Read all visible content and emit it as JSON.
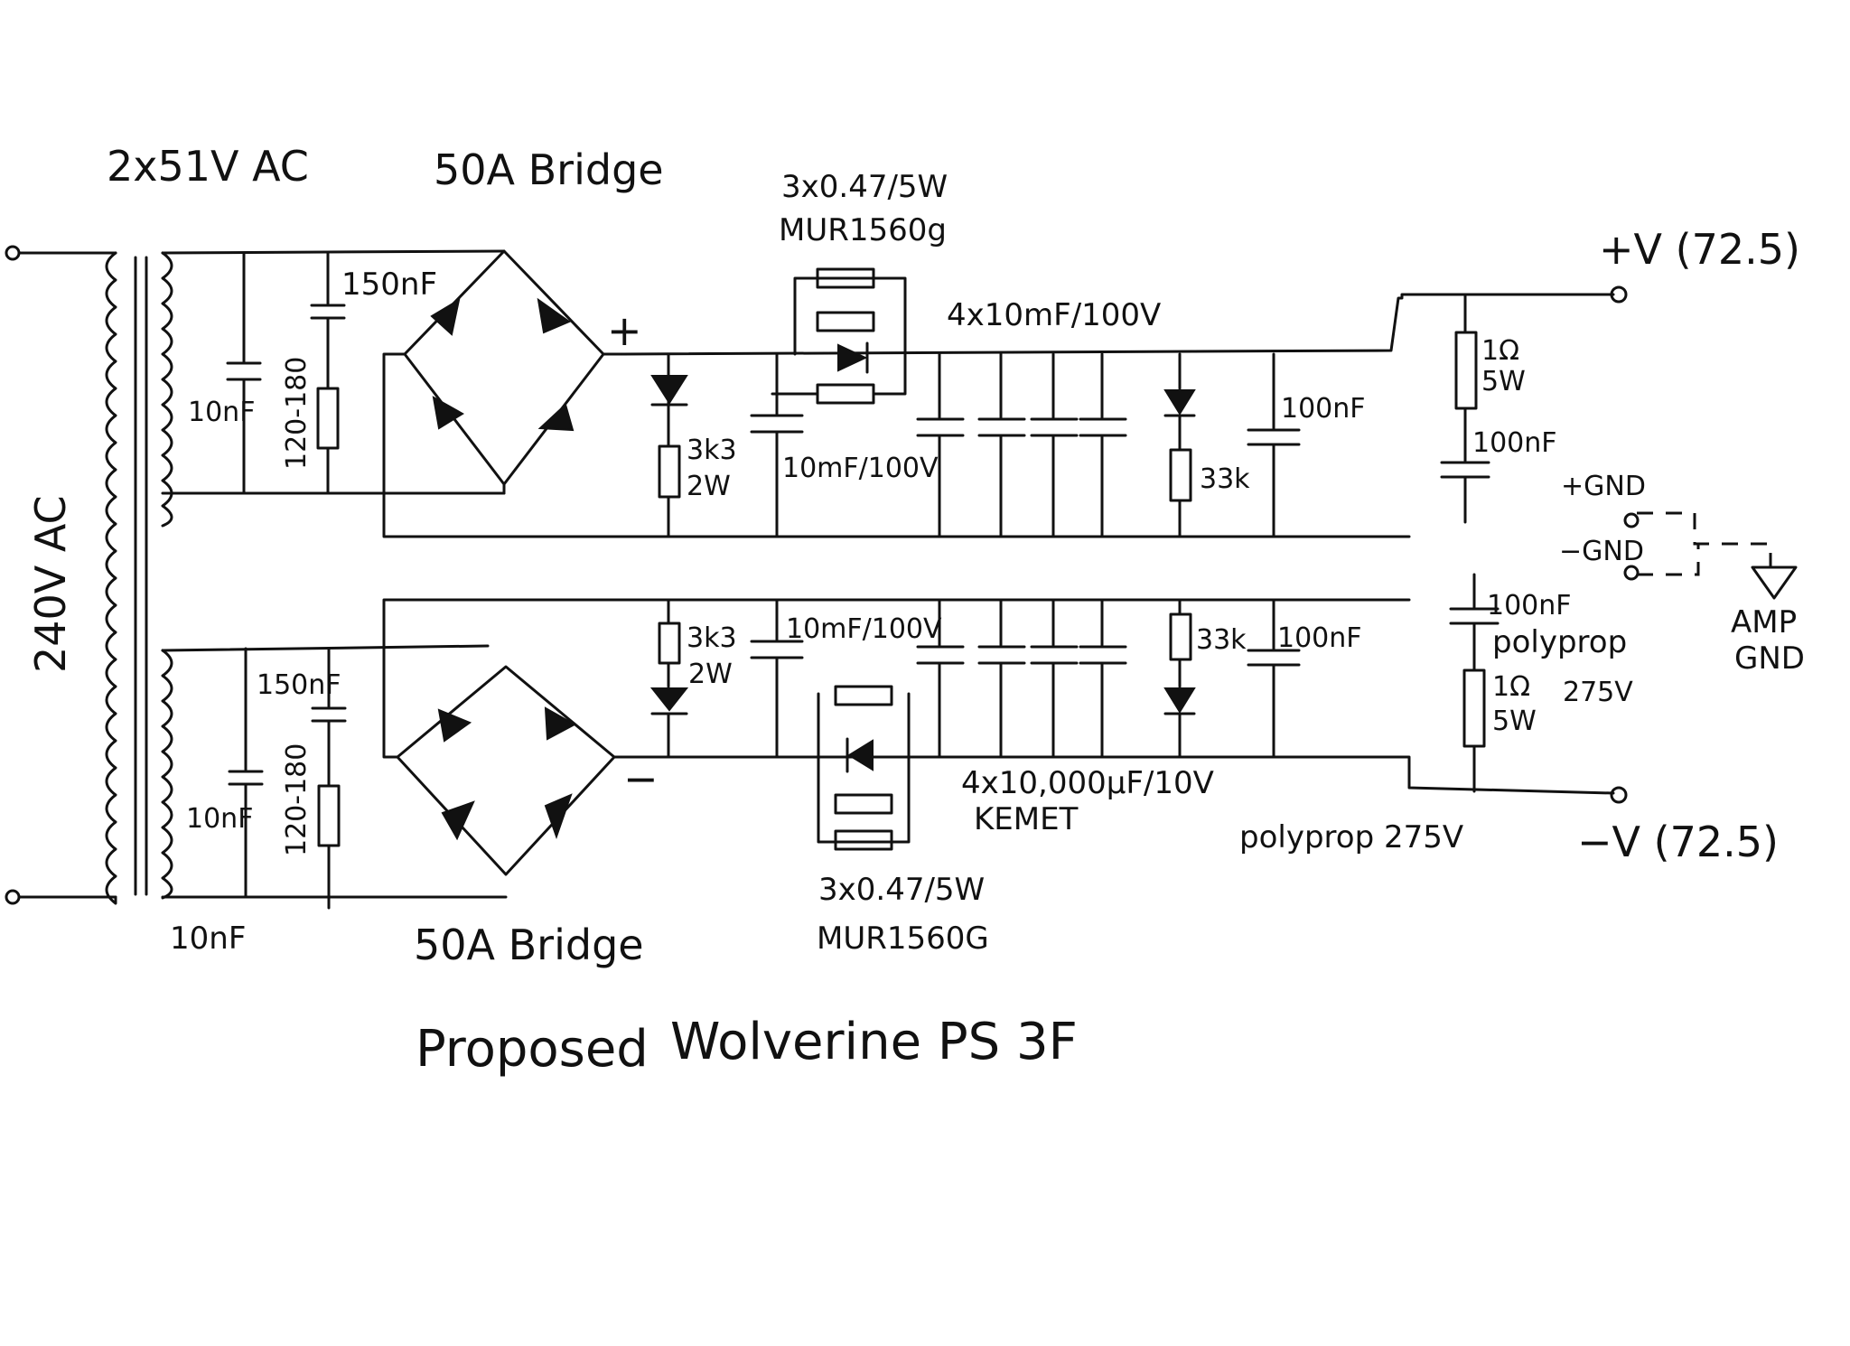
{
  "labels": {
    "transformer_secondary": "2x51V AC",
    "primary_voltage": "240V AC",
    "bridge_top": "50A Bridge",
    "bridge_bottom": "50A Bridge",
    "top_resistors": "3x0.47/5W",
    "top_diode": "MUR1560g",
    "bottom_resistors": "3x0.47/5W",
    "bottom_diode": "MUR1560G",
    "top_cap_bank": "4x10mF/100V",
    "bottom_cap_bank": "4x10,000µF/10V",
    "bottom_cap_bank_brand": "KEMET",
    "snubber_cap_top": "150nF",
    "snubber_cap_bottom": "150nF",
    "snubber_res_top": "120-180",
    "snubber_res_bottom": "120-180",
    "sec_cap_top": "10nF",
    "sec_cap_bottom": "10nF",
    "sec_cap_bottom_outside": "10nF",
    "plus_sign": "+",
    "minus_sign": "−",
    "bleeder_top": "3k3\n2W",
    "bleeder_bottom": "3k3\n2W",
    "reservoir_top": "10mF/100V",
    "reservoir_bottom": "10mF/100V",
    "led_res_top": "33k",
    "led_res_bottom": "33k",
    "bypass_top": "100nF",
    "bypass_bottom": "100nF",
    "out_res_top": "1Ω\n5W",
    "out_cap_top": "100nF",
    "out_cap_bottom": "100nF",
    "polyprop_right": "polyprop",
    "out_res_bottom": "1Ω\n5W",
    "voltage_275_right": "275V",
    "polyprop_bottom": "polyprop 275V",
    "vplus": "+V (72.5)",
    "vminus": "−V (72.5)",
    "gnd_plus": "+GND",
    "gnd_minus": "−GND",
    "amp_gnd": "AMP\nGND",
    "title_prefix": "Proposed",
    "title_main": "Wolverine PS 3F"
  }
}
